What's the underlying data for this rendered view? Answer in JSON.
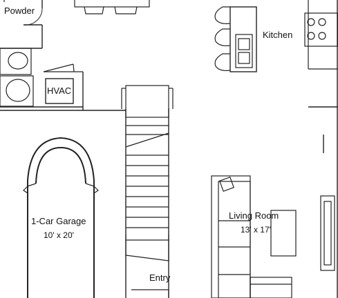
{
  "plan": {
    "rooms": {
      "powder": "Powder",
      "hvac": "HVAC",
      "kitchen": "Kitchen",
      "garage": "1-Car Garage",
      "garage_size": "10' x 20'",
      "entry": "Entry",
      "living": "Living Room",
      "living_size": "13' x 17'"
    }
  }
}
